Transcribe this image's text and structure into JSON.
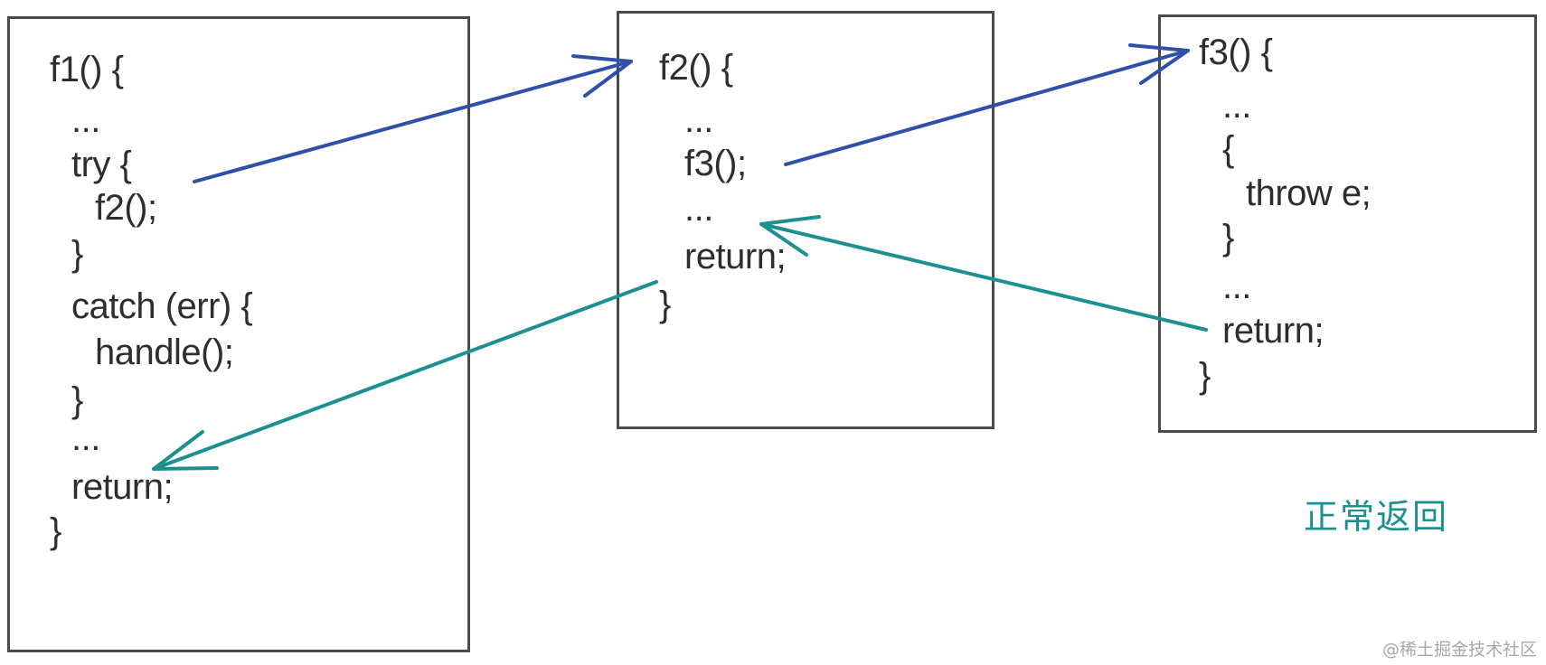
{
  "colors": {
    "call_arrow": "#2f4fa8",
    "return_arrow": "#1c9090",
    "box_border": "#4a4a4a",
    "caption": "#1c9090",
    "watermark": "#a8a8a8"
  },
  "boxes": [
    {
      "name": "f1",
      "lines": [
        "f1() {",
        "...",
        "try {",
        "f2();",
        "}",
        "catch (err) {",
        "handle();",
        "}",
        "...",
        "return;",
        "}"
      ]
    },
    {
      "name": "f2",
      "lines": [
        "f2() {",
        "...",
        "f3();",
        "...",
        "return;",
        "}"
      ]
    },
    {
      "name": "f3",
      "lines": [
        "f3() {",
        "...",
        "{",
        "throw e;",
        "}",
        "...",
        "return;",
        "}"
      ]
    }
  ],
  "arrows": [
    {
      "name": "call-f1-to-f2",
      "kind": "call"
    },
    {
      "name": "call-f2-to-f3",
      "kind": "call"
    },
    {
      "name": "return-f3-to-f2",
      "kind": "return"
    },
    {
      "name": "return-f2-to-f1",
      "kind": "return"
    }
  ],
  "caption": "正常返回",
  "watermark": "@稀土掘金技术社区"
}
